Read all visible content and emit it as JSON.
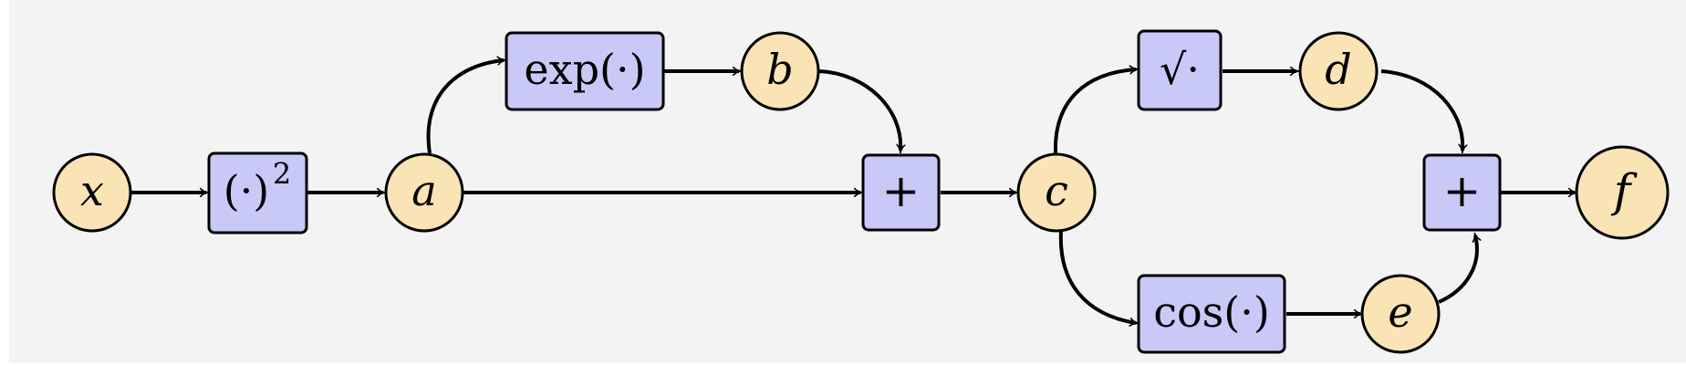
{
  "colors": {
    "background": "#f3f3f3",
    "variable_fill": "#fae4b5",
    "operation_fill": "#c9c9f8",
    "stroke": "#000000"
  },
  "nodes": {
    "x": {
      "label": "x",
      "kind": "variable"
    },
    "sq": {
      "label": "(·)",
      "sup": "2",
      "kind": "operation"
    },
    "a": {
      "label": "a",
      "kind": "variable"
    },
    "exp": {
      "label": "exp(·)",
      "kind": "operation"
    },
    "b": {
      "label": "b",
      "kind": "variable"
    },
    "add1": {
      "label": "+",
      "kind": "operation"
    },
    "c": {
      "label": "c",
      "kind": "variable"
    },
    "sqrt": {
      "label": "√·",
      "kind": "operation"
    },
    "d": {
      "label": "d",
      "kind": "variable"
    },
    "cos": {
      "label": "cos(·)",
      "kind": "operation"
    },
    "e": {
      "label": "e",
      "kind": "variable"
    },
    "add2": {
      "label": "+",
      "kind": "operation"
    },
    "f": {
      "label": "f",
      "kind": "variable"
    }
  },
  "edges": [
    {
      "from": "x",
      "to": "sq"
    },
    {
      "from": "sq",
      "to": "a"
    },
    {
      "from": "a",
      "to": "exp"
    },
    {
      "from": "exp",
      "to": "b"
    },
    {
      "from": "b",
      "to": "add1"
    },
    {
      "from": "a",
      "to": "add1"
    },
    {
      "from": "add1",
      "to": "c"
    },
    {
      "from": "c",
      "to": "sqrt"
    },
    {
      "from": "sqrt",
      "to": "d"
    },
    {
      "from": "c",
      "to": "cos"
    },
    {
      "from": "cos",
      "to": "e"
    },
    {
      "from": "d",
      "to": "add2"
    },
    {
      "from": "e",
      "to": "add2"
    },
    {
      "from": "add2",
      "to": "f"
    }
  ]
}
